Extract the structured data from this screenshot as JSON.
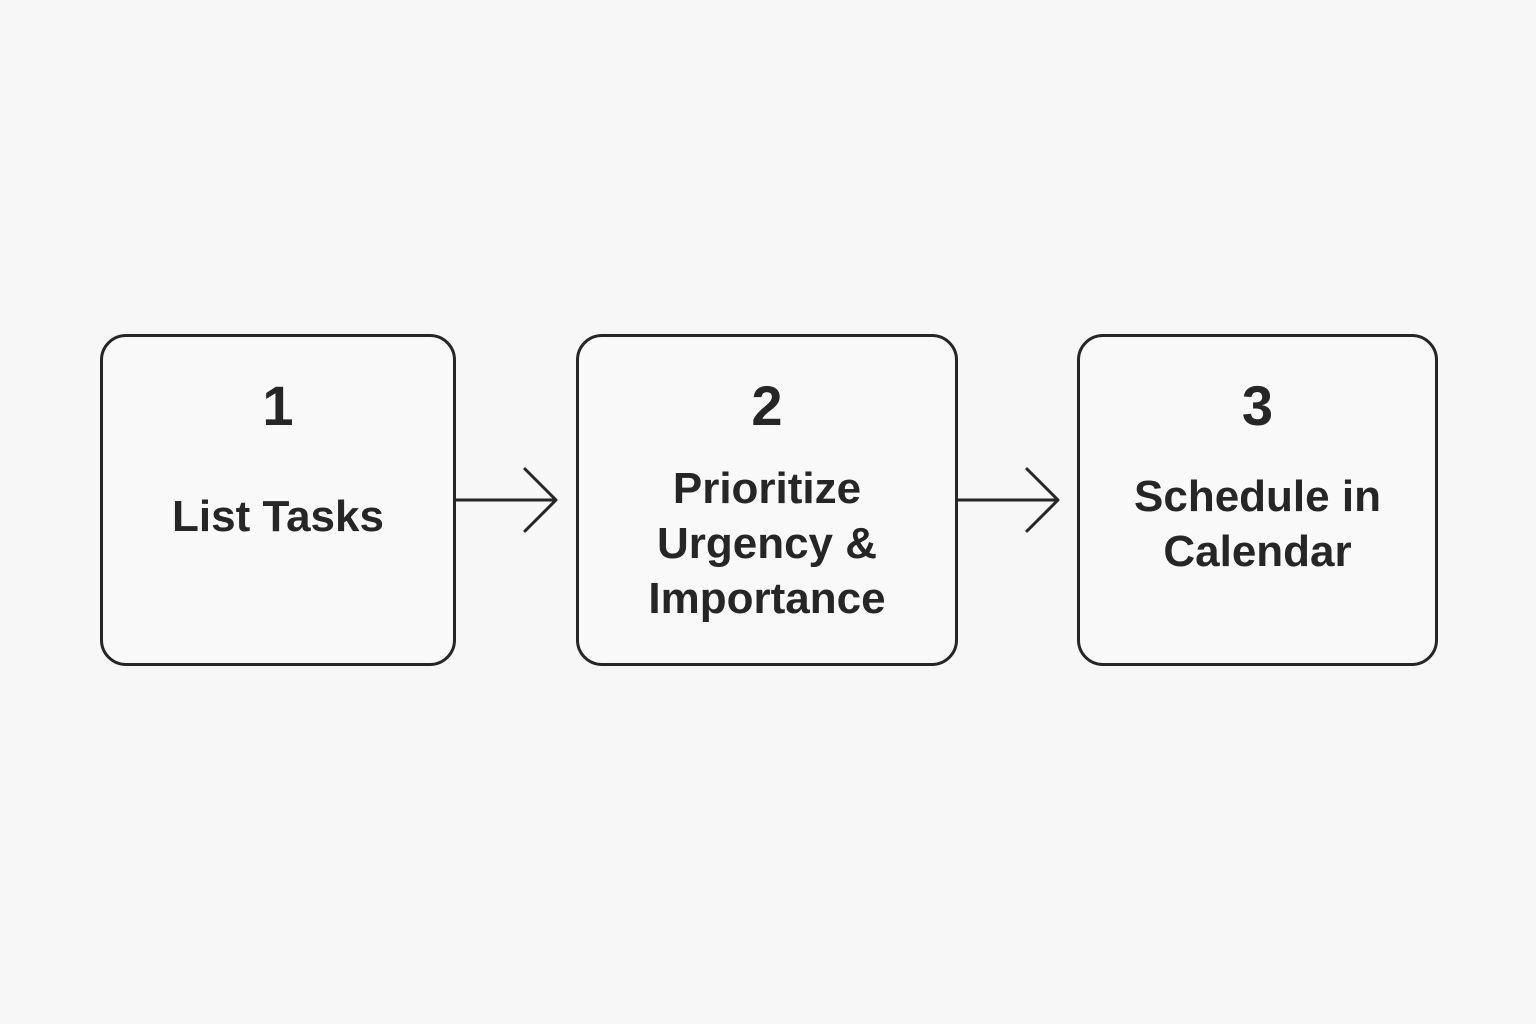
{
  "steps": [
    {
      "number": "1",
      "label": "List Tasks"
    },
    {
      "number": "2",
      "label": "Prioritize\nUrgency &\nImportance"
    },
    {
      "number": "3",
      "label": "Schedule in\nCalendar"
    }
  ],
  "colors": {
    "background": "#f7f7f7",
    "stroke": "#262626",
    "text": "#262626"
  },
  "icons": [
    "right-arrow-icon",
    "right-arrow-icon"
  ]
}
